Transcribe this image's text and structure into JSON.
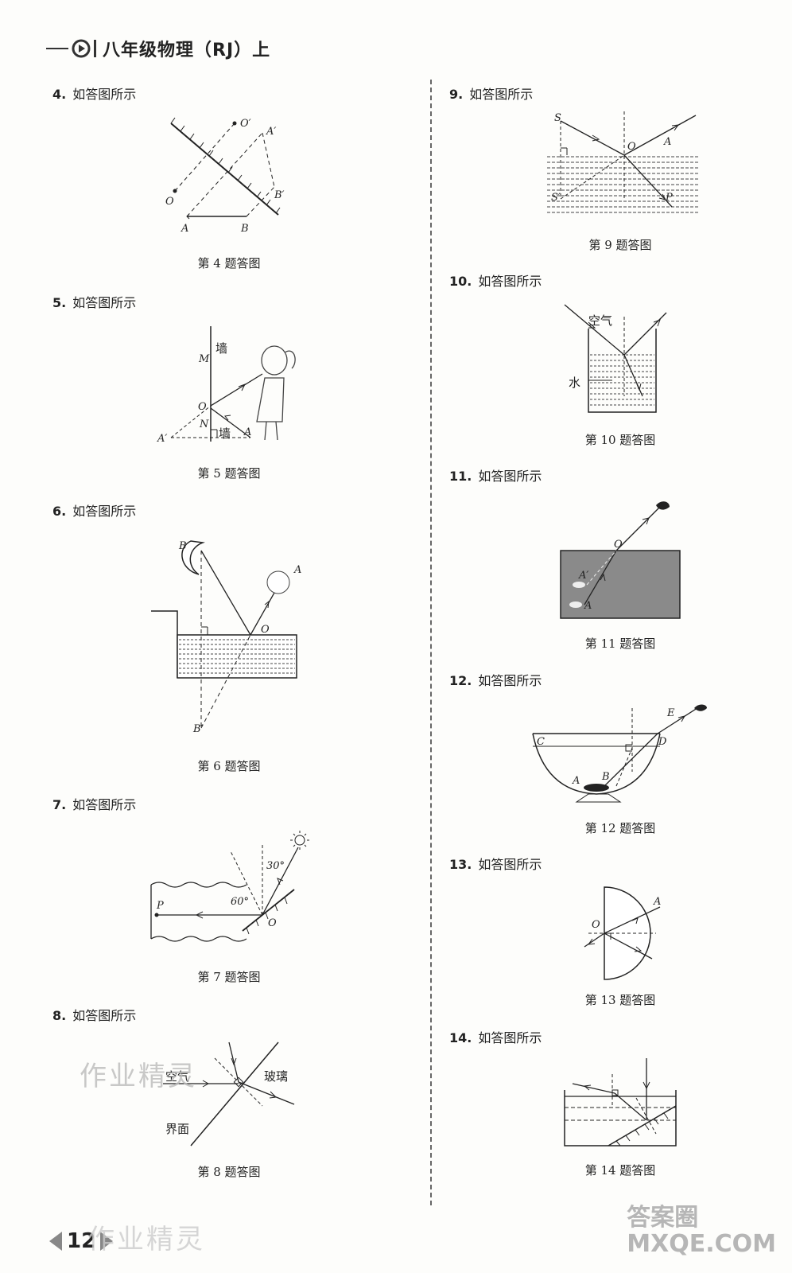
{
  "header": {
    "title": "八年级物理（RJ）上"
  },
  "questions": [
    {
      "num": "4.",
      "text": "如答图所示",
      "caption": "第 4 题答图"
    },
    {
      "num": "5.",
      "text": "如答图所示",
      "caption": "第 5 题答图"
    },
    {
      "num": "6.",
      "text": "如答图所示",
      "caption": "第 6 题答图"
    },
    {
      "num": "7.",
      "text": "如答图所示",
      "caption": "第 7 题答图"
    },
    {
      "num": "8.",
      "text": "如答图所示",
      "caption": "第 8 题答图"
    },
    {
      "num": "9.",
      "text": "如答图所示",
      "caption": "第 9 题答图"
    },
    {
      "num": "10.",
      "text": "如答图所示",
      "caption": "第 10 题答图"
    },
    {
      "num": "11.",
      "text": "如答图所示",
      "caption": "第 11 题答图"
    },
    {
      "num": "12.",
      "text": "如答图所示",
      "caption": "第 12 题答图"
    },
    {
      "num": "13.",
      "text": "如答图所示",
      "caption": "第 13 题答图"
    },
    {
      "num": "14.",
      "text": "如答图所示",
      "caption": "第 14 题答图"
    }
  ],
  "figures": {
    "f4": {
      "O1": "O′",
      "A1": "A′",
      "O": "O",
      "B1": "B′",
      "A": "A",
      "B": "B"
    },
    "f5": {
      "wall1": "墙",
      "M": "M",
      "O": "O",
      "N": "N",
      "A1": "A′",
      "wall2": "墙",
      "A": "A"
    },
    "f6": {
      "B": "B",
      "A": "A",
      "O": "O",
      "B1": "B′"
    },
    "f7": {
      "angle30": "30°",
      "angle60": "60°",
      "P": "P",
      "O": "O"
    },
    "f8": {
      "air": "空气",
      "glass": "玻璃",
      "interface": "界面"
    },
    "f9": {
      "S": "S",
      "O": "O",
      "A": "A",
      "S1": "S′",
      "P": "P"
    },
    "f10": {
      "air": "空气",
      "water": "水"
    },
    "f11": {
      "O": "O",
      "A1": "A′",
      "A": "A"
    },
    "f12": {
      "E": "E",
      "C": "C",
      "D": "D",
      "A": "A",
      "B": "B"
    },
    "f13": {
      "A": "A",
      "O": "O"
    }
  },
  "footer": {
    "page": "12"
  },
  "watermarks": {
    "w1": "作业精灵",
    "w2": "作业精灵",
    "w3a": "答案圈",
    "w3b": "MXQE.COM"
  }
}
